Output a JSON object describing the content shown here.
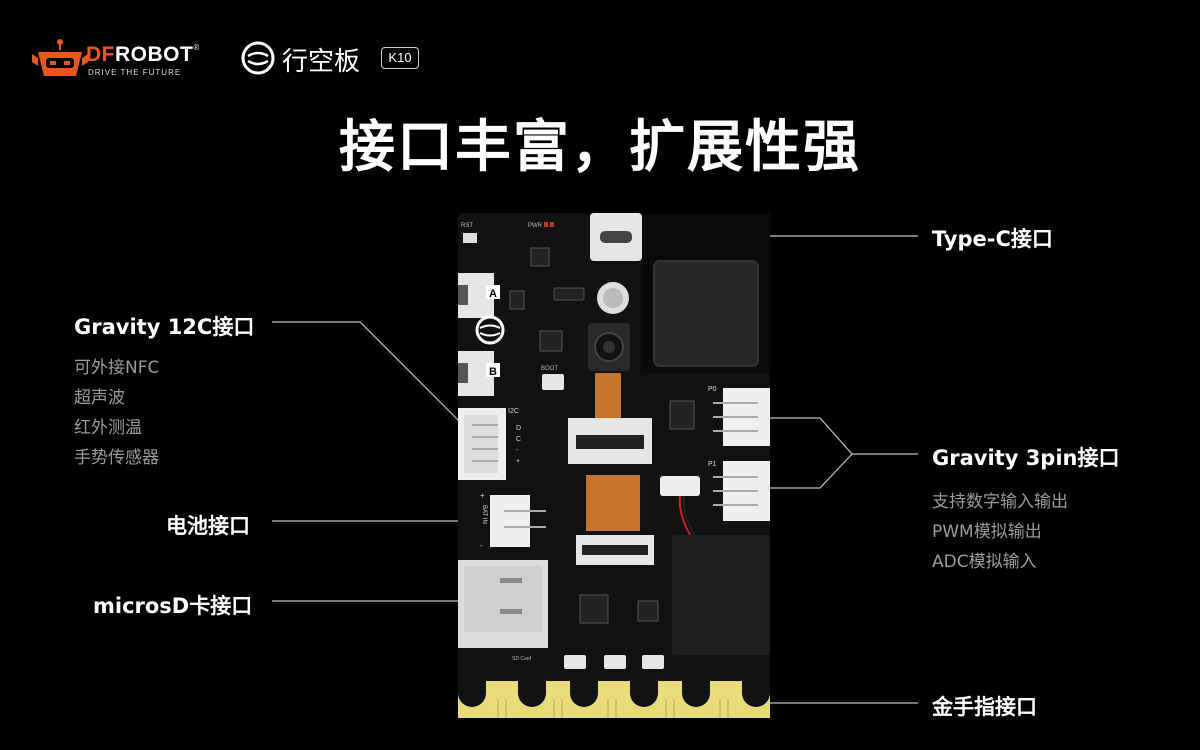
{
  "header": {
    "brand_df": "DF",
    "brand_robot": "ROBOT",
    "brand_reg": "®",
    "brand_tagline": "DRIVE THE FUTURE",
    "product_name": "行空板",
    "product_badge": "K10"
  },
  "title": "接口丰富，扩展性强",
  "left_labels": {
    "gravity_i2c": {
      "label": "Gravity 12C接口",
      "items": [
        "可外接NFC",
        "超声波",
        "红外测温",
        "手势传感器"
      ]
    },
    "battery": {
      "label": "电池接口"
    },
    "microsd": {
      "label": "microsD卡接口"
    }
  },
  "right_labels": {
    "typec": {
      "label": "Type-C接口"
    },
    "gravity_3pin": {
      "label": "Gravity 3pin接口",
      "items": [
        "支持数字输入输出",
        "PWM模拟输出",
        "ADC模拟输入"
      ]
    },
    "gold_finger": {
      "label": "金手指接口"
    }
  },
  "board": {
    "rst": "RST",
    "pwr": "PWR",
    "btn_a": "A",
    "btn_b": "B",
    "boot": "BOOT",
    "i2c": "I2C",
    "pin_d": "D",
    "pin_c": "C",
    "pin_minus": "-",
    "pin_plus": "+",
    "p0": "P0",
    "p1": "P1",
    "bat_plus": "+",
    "bat_in": "BAT IN",
    "bat_minus": "-",
    "sd_card": "SD Card"
  },
  "colors": {
    "background": "#000000",
    "text": "#ffffff",
    "subtext": "#9a9a9a",
    "leader_line": "#bfbfbf",
    "brand_orange": "#e8581d",
    "pcb": "#111111",
    "connector": "#f2f2f2",
    "gold": "#e9da7a",
    "flex_cable": "#c8742a"
  }
}
